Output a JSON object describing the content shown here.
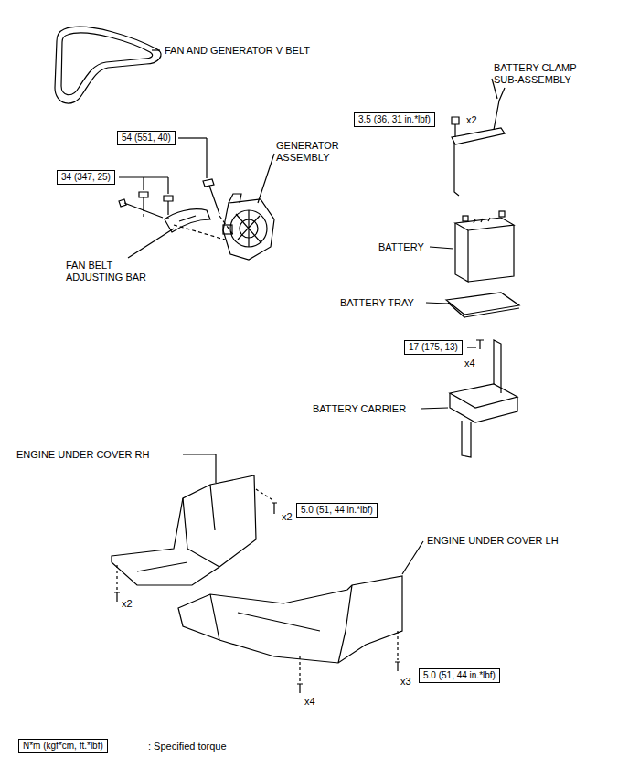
{
  "diagram": {
    "nodes": [
      {
        "text": [
          "3.5 (36, 31 in.*lbf)"
        ]
      },
      {
        "text": [
          "54 (551, 40)"
        ]
      },
      {
        "text": [
          "34 (347, 25)"
        ]
      },
      {
        "text": [
          "17 (175, 13)"
        ]
      },
      {
        "text": [
          "5.0 (51, 44 in.*lbf)"
        ]
      },
      {
        "text": [
          "5.0 (51, 44 in.*lbf)"
        ]
      },
      {
        "text": [
          "N*m (kgf*cm, ft.*lbf)"
        ]
      }
    ],
    "edges": [],
    "labels": [
      "FAN AND GENERATOR V BELT",
      "GENERATOR ASSEMBLY",
      "BATTERY CLAMP SUB-ASSEMBLY",
      "x2",
      "FAN BELT ADJUSTING BAR",
      "BATTERY",
      "BATTERY TRAY",
      "x4",
      "BATTERY CARRIER",
      "ENGINE UNDER COVER RH",
      "x2",
      "ENGINE UNDER COVER LH",
      "x2",
      "x4",
      "x3",
      ": Specified torque"
    ]
  }
}
